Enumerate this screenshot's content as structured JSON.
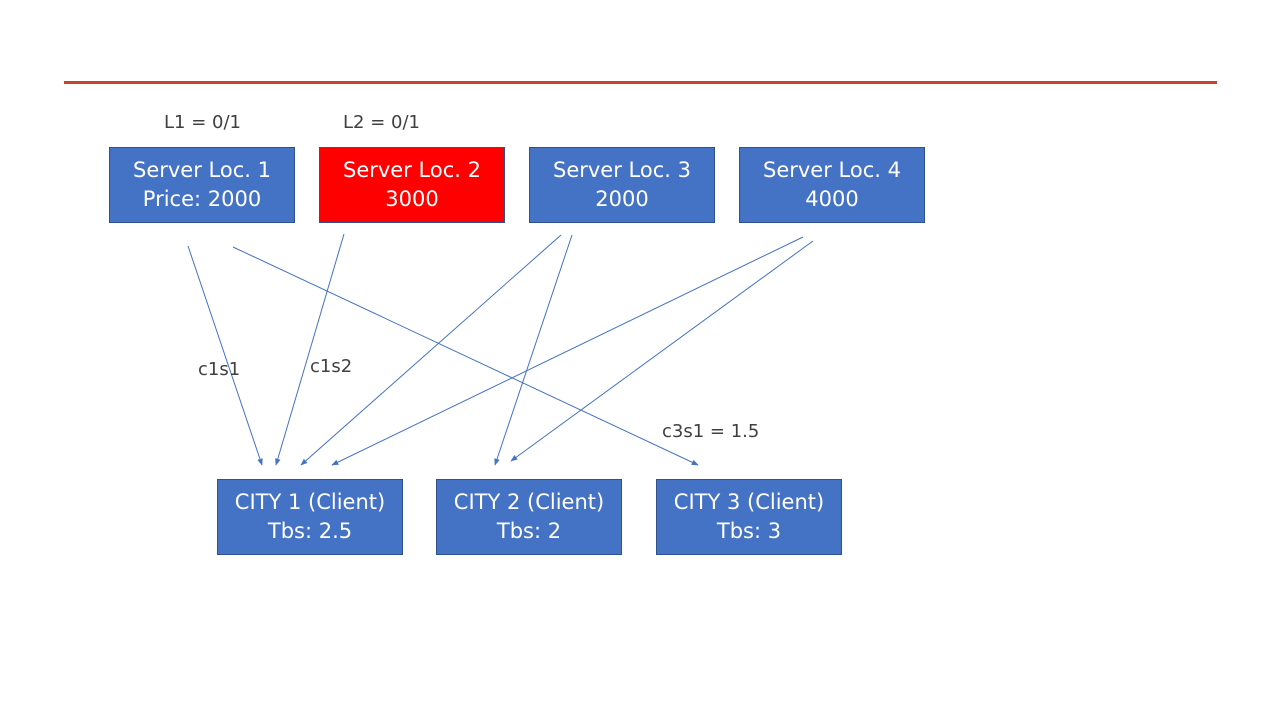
{
  "colors": {
    "box_blue": "#4472c4",
    "box_red": "#ff0000",
    "arrow": "#4472c4",
    "rule": "#c9432a",
    "label_text": "#404040"
  },
  "labels": {
    "l1": "L1 = 0/1",
    "l2": "L2 = 0/1",
    "c1s1": "c1s1",
    "c1s2": "c1s2",
    "c3s1": "c3s1 = 1.5"
  },
  "servers": [
    {
      "line1": "Server Loc. 1",
      "line2": "Price: 2000",
      "color": "#4472c4"
    },
    {
      "line1": "Server Loc. 2",
      "line2": "3000",
      "color": "#ff0000"
    },
    {
      "line1": "Server Loc. 3",
      "line2": "2000",
      "color": "#4472c4"
    },
    {
      "line1": "Server Loc. 4",
      "line2": "4000",
      "color": "#4472c4"
    }
  ],
  "cities": [
    {
      "line1": "CITY 1 (Client)",
      "line2": "Tbs: 2.5"
    },
    {
      "line1": "CITY 2 (Client)",
      "line2": "Tbs: 2"
    },
    {
      "line1": "CITY 3 (Client)",
      "line2": "Tbs: 3"
    }
  ],
  "edges": [
    {
      "from": "server-1",
      "to": "city-1",
      "label": "c1s1"
    },
    {
      "from": "server-1",
      "to": "city-3",
      "label": "c3s1 = 1.5"
    },
    {
      "from": "server-2",
      "to": "city-1",
      "label": "c1s2"
    },
    {
      "from": "server-3",
      "to": "city-1"
    },
    {
      "from": "server-3",
      "to": "city-2"
    },
    {
      "from": "server-4",
      "to": "city-1"
    },
    {
      "from": "server-4",
      "to": "city-2"
    }
  ]
}
